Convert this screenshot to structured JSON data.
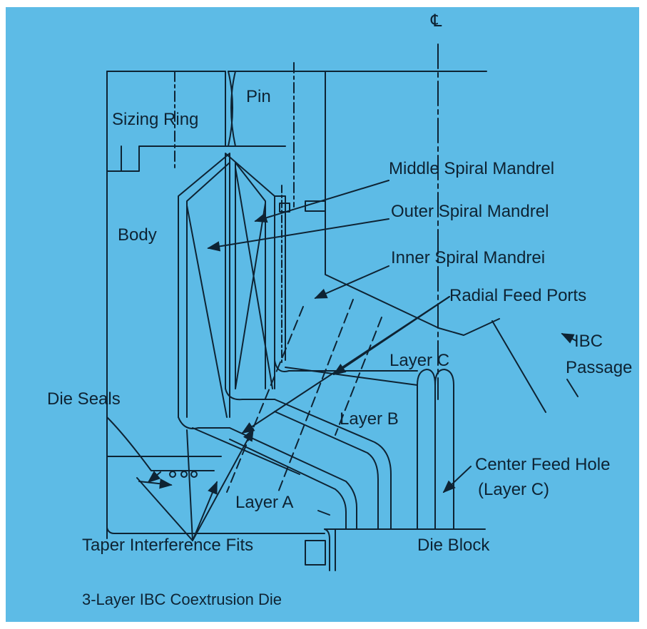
{
  "colors": {
    "background": "#5dbbe6",
    "ink": "#0e2333",
    "margin": "#ffffff"
  },
  "labels": {
    "centerline": "℄",
    "pin": "Pin",
    "sizing_ring": "Sizing Ring",
    "body": "Body",
    "middle_spiral_mandrel": "Middle Spiral Mandrel",
    "outer_spiral_mandrel": "Outer Spiral Mandrel",
    "inner_spiral_mandrel": "Inner Spiral Mandrei",
    "radial_feed_ports": "Radial Feed Ports",
    "ibc": "IBC",
    "passage": "Passage",
    "layer_c": "Layer C",
    "die_seals": "Die Seals",
    "layer_b": "Layer B",
    "center_feed_hole": "Center Feed Hole",
    "center_feed_hole_sub": "(Layer C)",
    "layer_a": "Layer A",
    "taper_interference_fits": "Taper Interference Fits",
    "die_block": "Die Block",
    "caption": "3-Layer IBC Coextrusion Die"
  }
}
